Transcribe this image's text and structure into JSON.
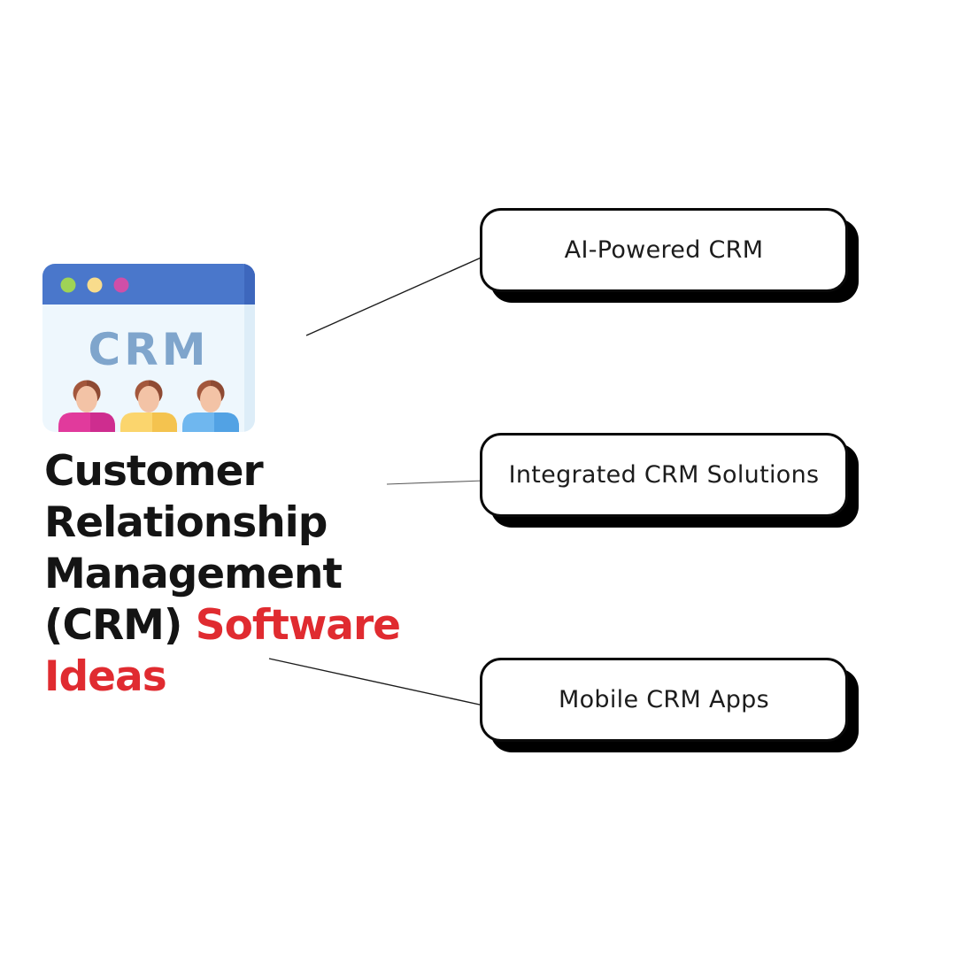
{
  "title": {
    "line1": "Customer",
    "line2": "Relationship",
    "line3": "Management",
    "line4_black": "(CRM)",
    "line4_red": "Software",
    "line5_red": "Ideas",
    "text_color": "#141414",
    "accent_color": "#e02b30"
  },
  "icon": {
    "label": "CRM",
    "colors": {
      "topbar": "#4a77cb",
      "topbar_edge": "#3d67bd",
      "body": "#eef7fd",
      "body_edge": "#ddedf8",
      "label": "#7fa5cc",
      "dot_green": "#9fd356",
      "dot_yellow": "#f8dc8c",
      "dot_pink": "#cf4fa8",
      "hair": "#a3573c",
      "hair_dark": "#8e4a33",
      "face": "#f3c3a6",
      "person1_body": "#e13a9c",
      "person1_body_dark": "#ce2d8f",
      "person2_body": "#fbd56d",
      "person2_body_dark": "#f4c34f",
      "person3_body": "#6fb7ef",
      "person3_body_dark": "#52a2e4"
    }
  },
  "nodes": [
    {
      "label": "AI-Powered CRM"
    },
    {
      "label": "Integrated CRM Solutions"
    },
    {
      "label": "Mobile CRM Apps"
    }
  ],
  "node_style": {
    "background": "#ffffff",
    "border_color": "#0a0a0a",
    "shadow_color": "#000000",
    "text_color": "#1c1c1c"
  }
}
